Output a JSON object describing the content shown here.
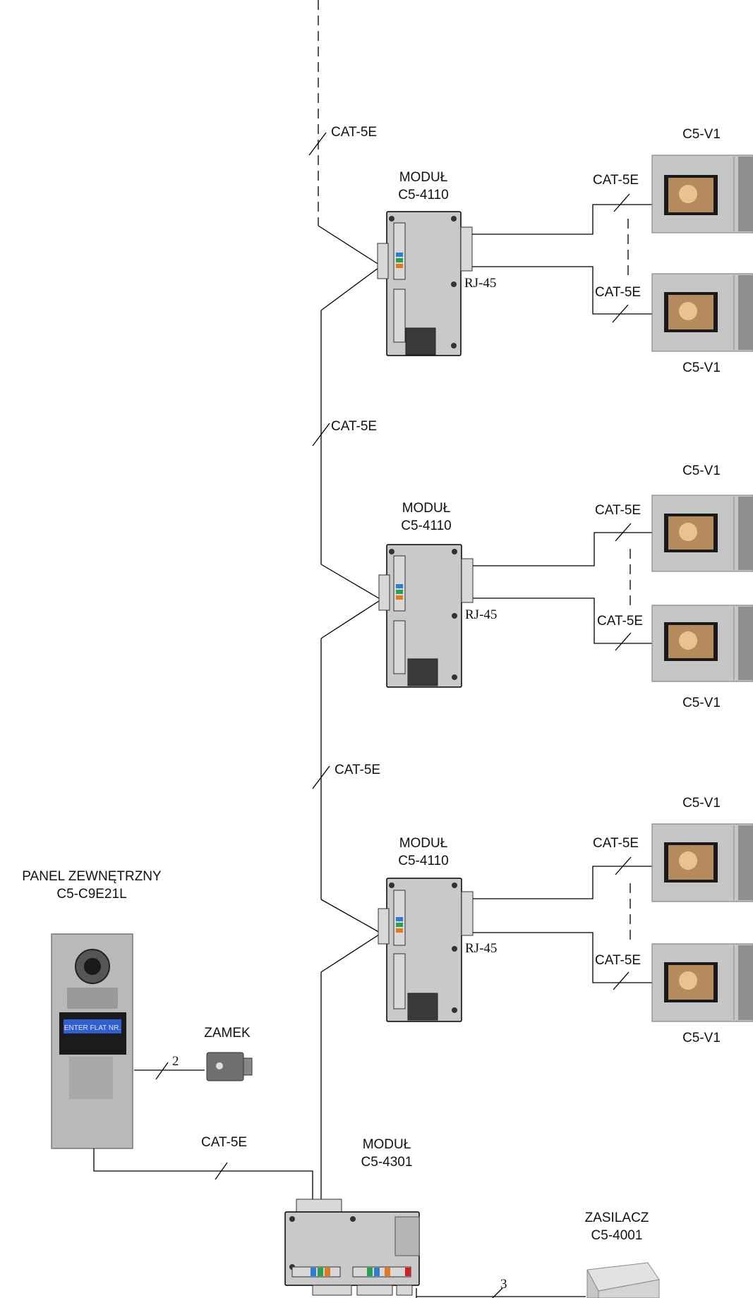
{
  "cable_label": "CAT-5E",
  "rj45_label": "RJ-45",
  "floor_modules": [
    {
      "name": "MODUŁ",
      "model": "C5-4110"
    },
    {
      "name": "MODUŁ",
      "model": "C5-4110"
    },
    {
      "name": "MODUŁ",
      "model": "C5-4110"
    }
  ],
  "monitor_label": "C5-V1",
  "panel": {
    "name": "PANEL ZEWNĘTRZNY",
    "model": "C5-C9E21L",
    "screen_text": "ENTER FLAT NR."
  },
  "lock": {
    "name": "ZAMEK",
    "wires": "2"
  },
  "main_module": {
    "name": "MODUŁ",
    "model": "C5-4301"
  },
  "power_supply": {
    "name": "ZASILACZ",
    "model": "C5-4001",
    "wires": "3"
  },
  "colors": {
    "line": "#000000",
    "module_body": "#c9c9c9",
    "monitor_frame": "#c6c6c6"
  }
}
